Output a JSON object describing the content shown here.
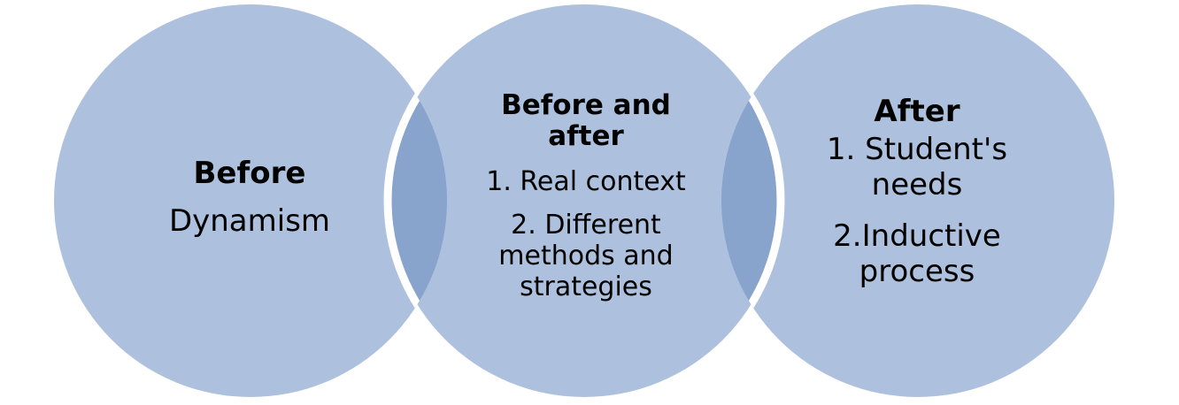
{
  "circles": [
    {
      "title": "Before",
      "items": [
        "Dynamism"
      ]
    },
    {
      "title": "Before and after",
      "items": [
        "1. Real context",
        "2. Different methods and strategies"
      ]
    },
    {
      "title": "After",
      "items": [
        "1. Student's needs",
        "2.Inductive process"
      ]
    }
  ],
  "colors": {
    "circle_fill": "#adc1de",
    "overlap_fill": "#88a3cc",
    "border": "#ffffff",
    "text": "#000000"
  }
}
